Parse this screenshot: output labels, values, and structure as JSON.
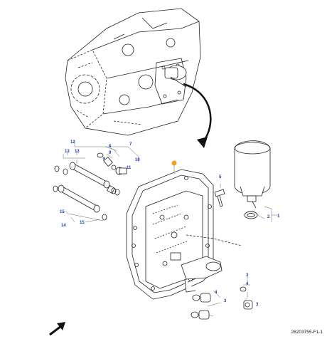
{
  "diagram": {
    "reference_code": "26203755-F1-1",
    "highlight_color": "#f0a020",
    "callout_color": "#1a3fa8",
    "callouts": {
      "c1": "1",
      "c2": "2",
      "c3a": "3",
      "c3b": "3",
      "c3c": "3",
      "c4a": "4",
      "c4b": "4",
      "c5": "5",
      "c6": "6",
      "c7": "7",
      "c8": "8",
      "c9": "9",
      "c10": "10",
      "c11": "11",
      "c12": "12",
      "c13a": "13",
      "c13b": "13",
      "c14": "14",
      "c15a": "15",
      "c15b": "15"
    },
    "icons": [
      "direction-arrow-icon",
      "highlight-dot-icon"
    ]
  }
}
